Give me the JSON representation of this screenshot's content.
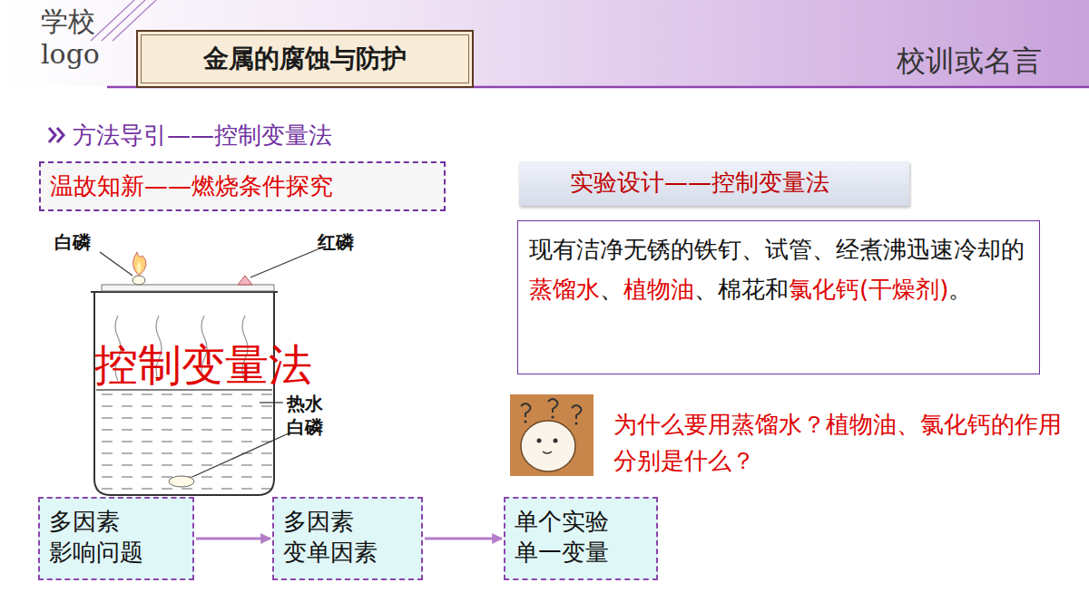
{
  "diagram": {
    "nodes": [
      {
        "text": [
          "金属的腐蚀与防护"
        ]
      },
      {
        "text": [
          "温故知新——燃烧条件探究"
        ]
      },
      {
        "text": [
          "实验设计——控制变量法"
        ]
      },
      {
        "text": [
          "现有洁净无锈的铁钉、试管、经煮沸迅速冷却的",
          "蒸馏水",
          "、",
          "植物油",
          "、棉花和",
          "氯化钙(干燥剂)",
          "。"
        ]
      },
      {
        "text": [
          "多因素 影响问题"
        ]
      },
      {
        "text": [
          "多因素 变单因素"
        ]
      },
      {
        "text": [
          "单个实验 单一变量"
        ]
      }
    ],
    "edges": [
      {
        "from": 4,
        "to": 5,
        "arrow": "to"
      },
      {
        "from": 5,
        "to": 6,
        "arrow": "to"
      }
    ],
    "labels": [
      "学校 logo",
      "校训或名言",
      "方法导引——控制变量法",
      "白磷",
      "红磷",
      "控制变量法",
      "热水",
      "白磷",
      "为什么要用蒸馏水？植物油、氯化钙的作用分别是什么？"
    ]
  }
}
